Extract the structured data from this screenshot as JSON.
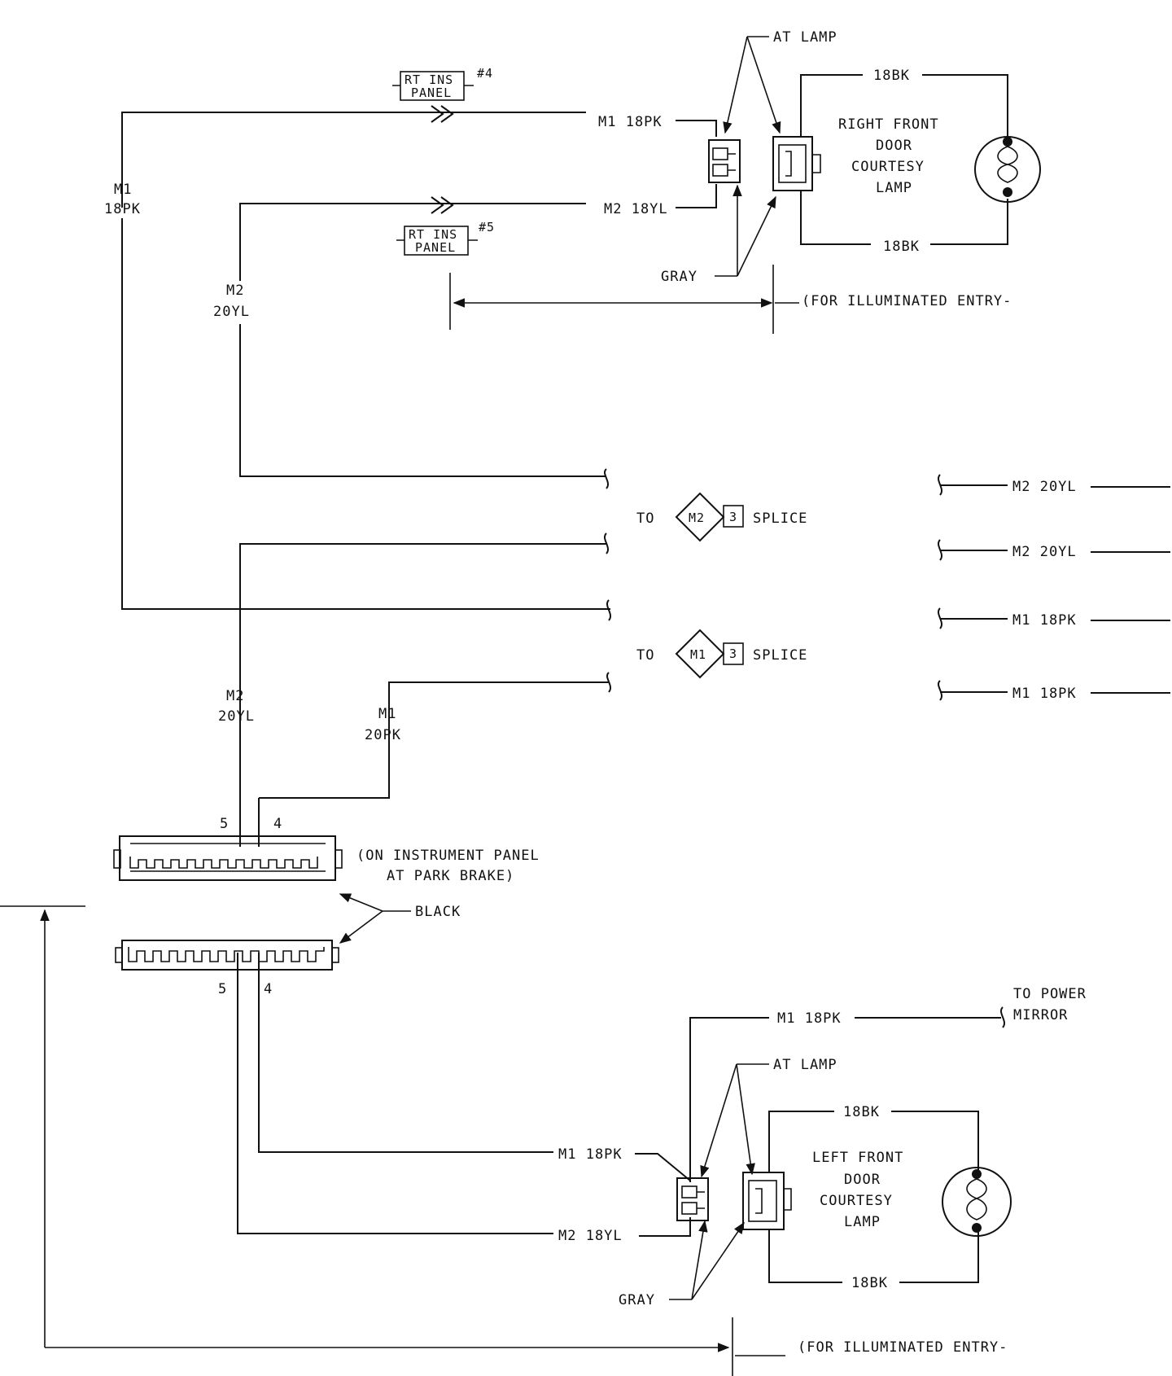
{
  "top": {
    "at_lamp": "AT LAMP",
    "ref4_line1": "RT INS",
    "ref4_line2": "PANEL",
    "ref4_num": "#4",
    "ref5_line1": "RT INS",
    "ref5_line2": "PANEL",
    "ref5_num": "#5",
    "m1_18pk": "M1 18PK",
    "m2_18yl": "M2 18YL",
    "bk_top": "18BK",
    "bk_bottom": "18BK",
    "lamp_l1": "RIGHT FRONT",
    "lamp_l2": "DOOR",
    "lamp_l3": "COURTESY",
    "lamp_l4": "LAMP",
    "gray": "GRAY",
    "illum": "(FOR ILLUMINATED ENTRY-",
    "left_m1_a": "M1",
    "left_m1_b": "18PK",
    "left_m2_a": "M2",
    "left_m2_b": "20YL"
  },
  "middle": {
    "to1": "TO",
    "splice1_id": "M2",
    "splice1_num": "3",
    "splice1": "SPLICE",
    "to2": "TO",
    "splice2_id": "M1",
    "splice2_num": "3",
    "splice2": "SPLICE",
    "r1": "M2 20YL",
    "r2": "M2 20YL",
    "r3": "M1 18PK",
    "r4": "M1 18PK",
    "m2_20yl_a": "M2",
    "m2_20yl_b": "20YL",
    "m1_20pk_a": "M1",
    "m1_20pk_b": "20PK"
  },
  "connector": {
    "pin5_top": "5",
    "pin4_top": "4",
    "note_l1": "(ON INSTRUMENT PANEL",
    "note_l2": "AT PARK BRAKE)",
    "black": "BLACK",
    "pin5_bot": "5",
    "pin4_bot": "4"
  },
  "bottom": {
    "m1_18pk_top": "M1 18PK",
    "to_power": "TO POWER",
    "mirror": "MIRROR",
    "at_lamp": "AT LAMP",
    "bk_top": "18BK",
    "bk_bottom": "18BK",
    "lamp_l1": "LEFT FRONT",
    "lamp_l2": "DOOR",
    "lamp_l3": "COURTESY",
    "lamp_l4": "LAMP",
    "m1_18pk": "M1 18PK",
    "m2_18yl": "M2 18YL",
    "gray": "GRAY",
    "illum": "(FOR ILLUMINATED ENTRY-"
  }
}
